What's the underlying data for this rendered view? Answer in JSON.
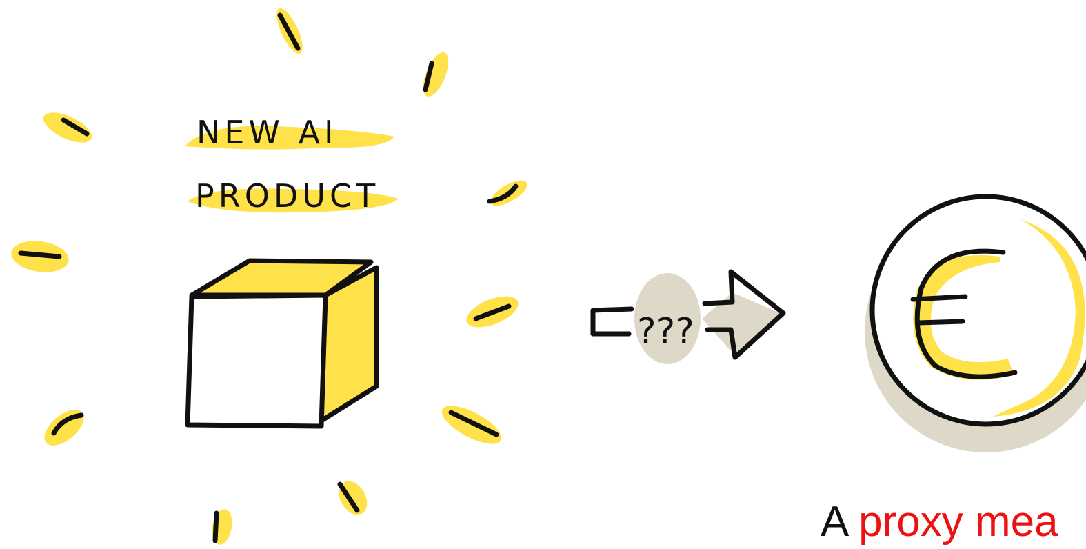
{
  "product_label": {
    "line1": "NEW AI",
    "line2": "PRODUCT"
  },
  "arrow_label": "???",
  "caption": {
    "prefix": "A",
    "highlight": "proxy mea"
  },
  "colors": {
    "highlight_yellow": "#ffe14a",
    "ink": "#111111",
    "accent_red": "#ee1111",
    "shadow_grey": "#ddd8c8"
  },
  "icons": {
    "product": "box-icon",
    "value": "euro-coin-icon",
    "transition": "arrow-right-icon"
  }
}
